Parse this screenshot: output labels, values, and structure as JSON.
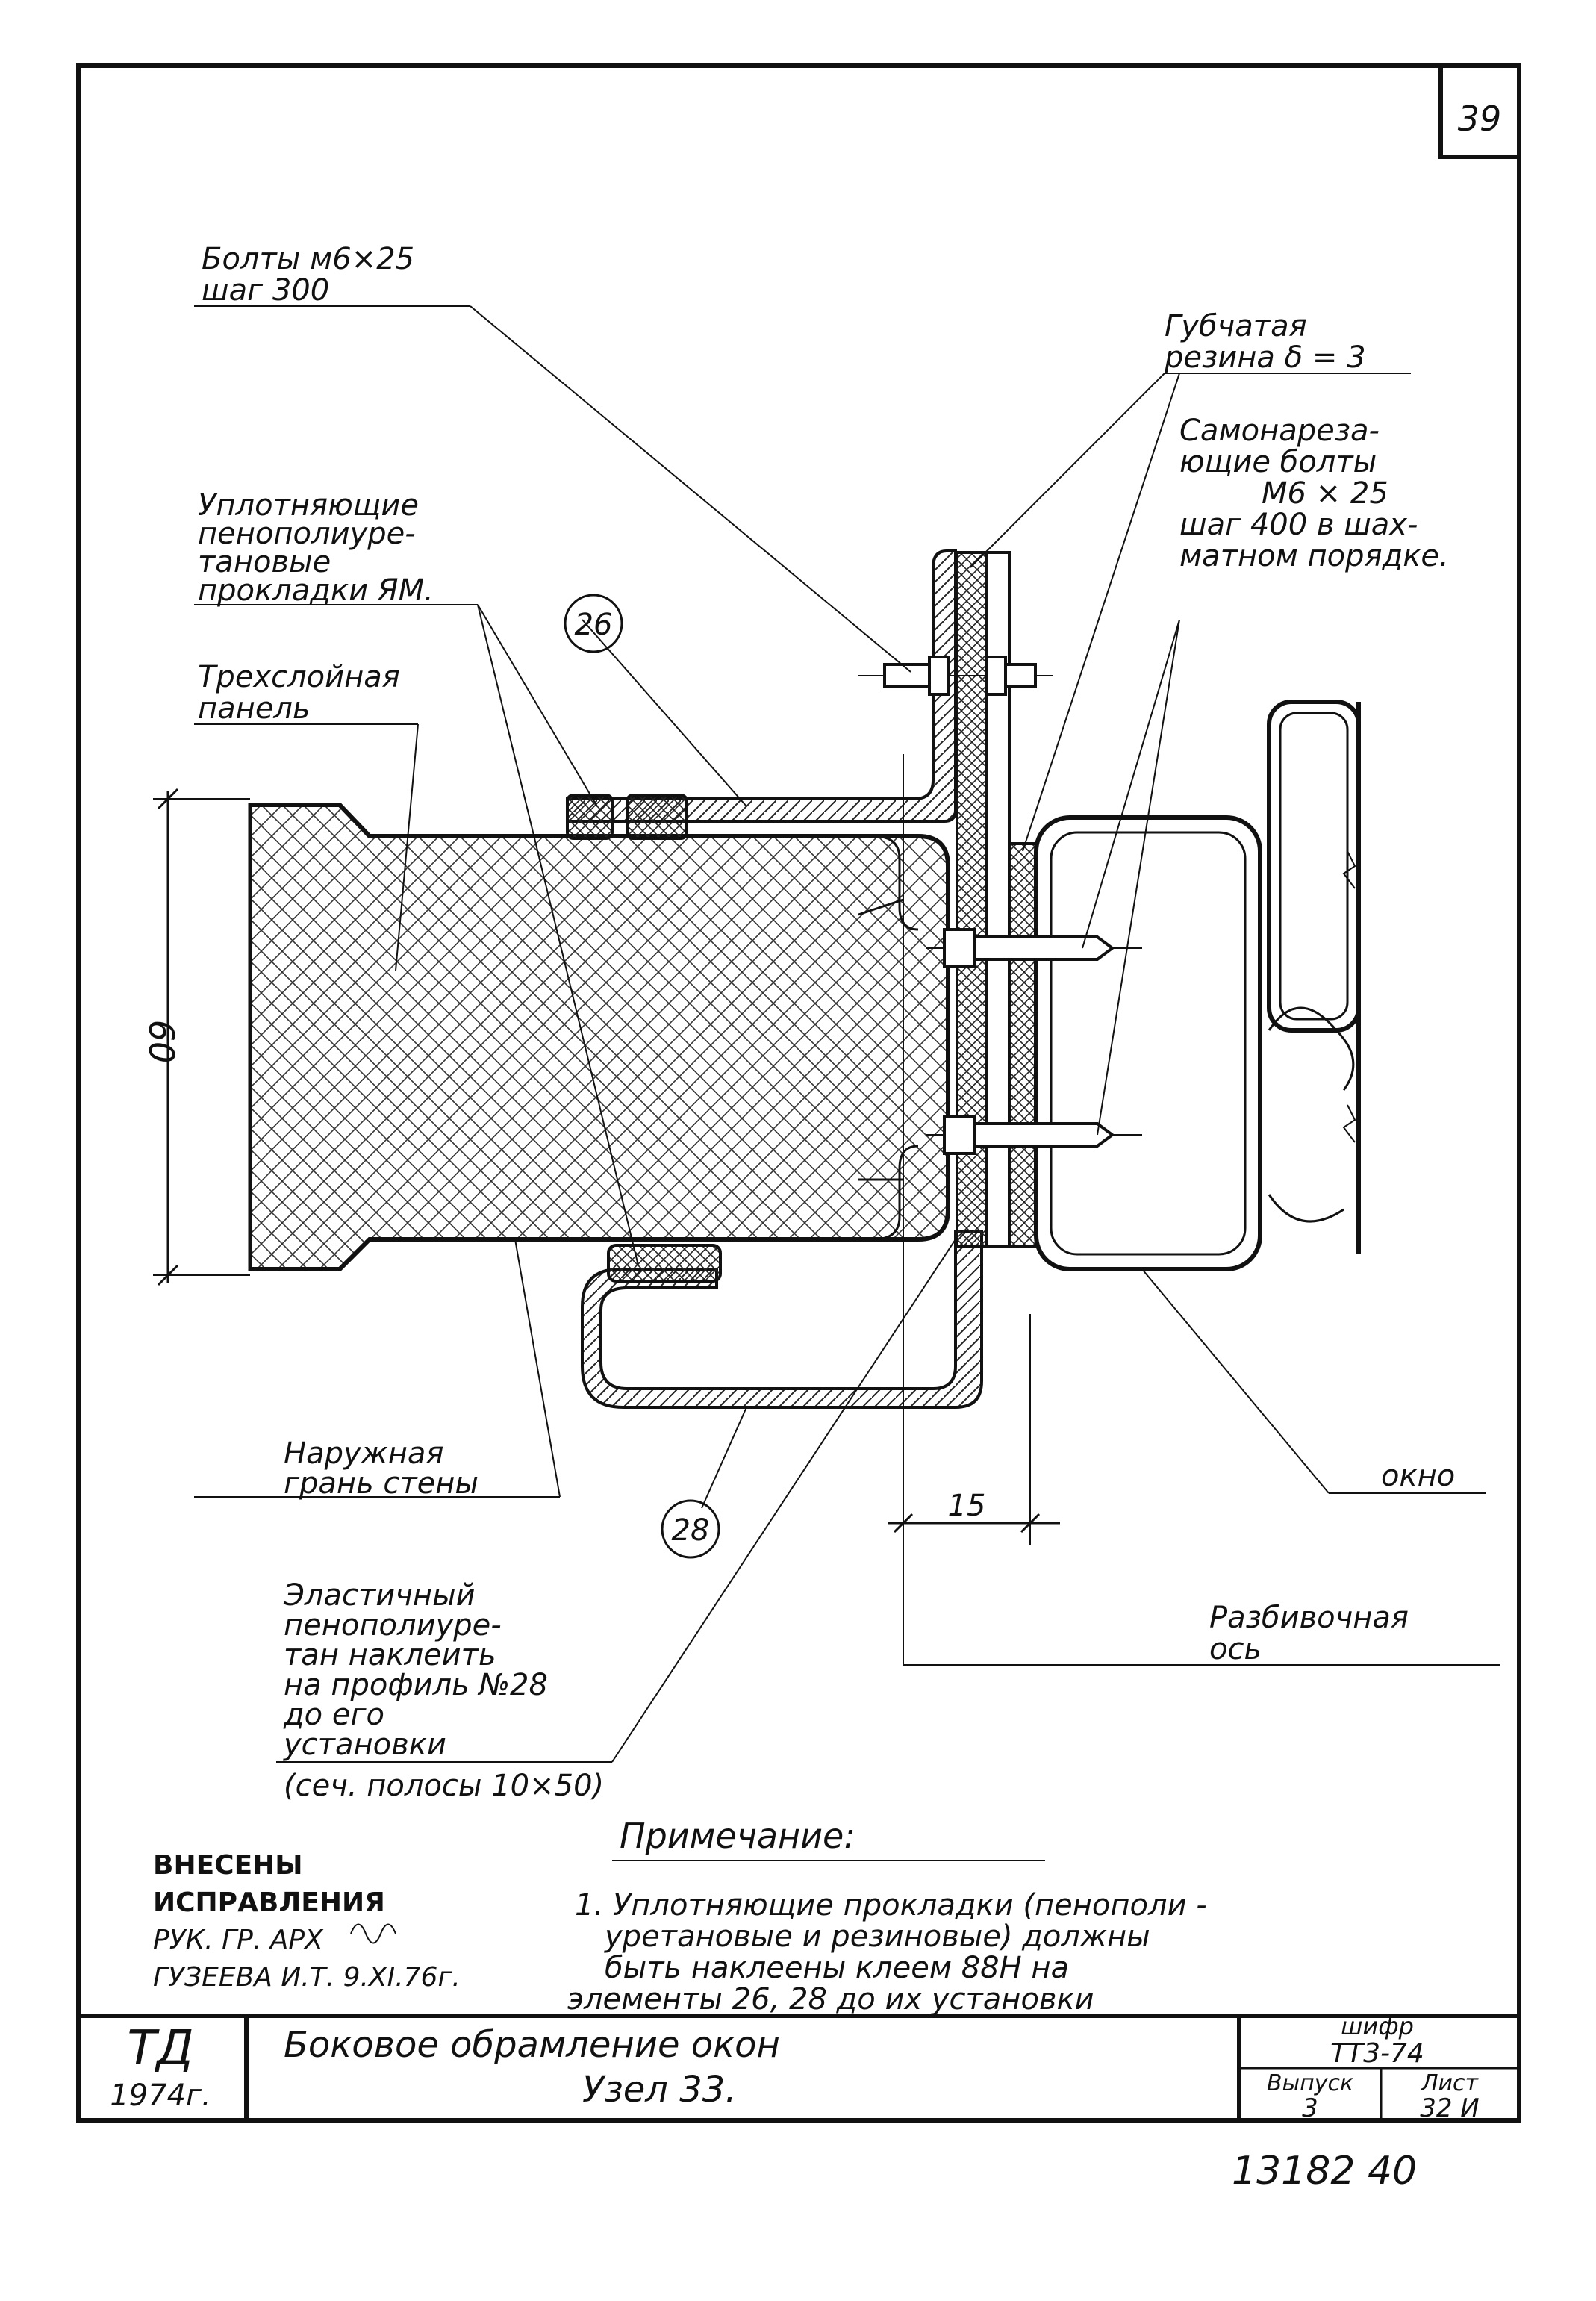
{
  "sheet": {
    "page_number": "39",
    "footer_number": "13182 40"
  },
  "callouts": {
    "bolts": [
      "Болты м6×25",
      "шаг 300"
    ],
    "sponge_rubber": [
      "Губчатая",
      "резина δ = 3"
    ],
    "self_tapping": [
      "Самонареза-",
      "ющие болты",
      "М6 × 25",
      "шаг 400 в шах-",
      "матном порядке."
    ],
    "seal_pads": [
      "Уплотняющие",
      "пенополиуре-",
      "тановые",
      "прокладки ЯМ."
    ],
    "panel": [
      "Трехслойная",
      "панель"
    ],
    "outer_face": [
      "Наружная",
      "грань стены"
    ],
    "window": [
      "окно"
    ],
    "axis": [
      "Разбивочная",
      "ось"
    ],
    "elastic": [
      "Эластичный",
      "пенополиуре-",
      "тан наклеить",
      "на профиль №28",
      "до его",
      "установки"
    ],
    "elastic_note": "(сеч. полосы 10×50)",
    "tag_26": "26",
    "tag_28": "28"
  },
  "dimensions": {
    "height": "60",
    "offset": "15"
  },
  "note": {
    "heading": "Примечание:",
    "lines": [
      "1. Уплотняющие прокладки (пенополи -",
      "уретановые и резиновые) должны",
      "быть наклеены клеем 88Н на",
      "элементы 26, 28 до их установки"
    ]
  },
  "revision": {
    "lines": [
      "ВНЕСЕНЫ",
      "ИСПРАВЛЕНИЯ",
      "РУК. ГР. АРХ",
      "ГУЗЕЕВА И.Т. 9.XI.76г."
    ]
  },
  "title_block": {
    "org": "ТД",
    "year": "1974г.",
    "title_line1": "Боковое обрамление окон",
    "title_line2": "Узел 33.",
    "code_label": "шифр",
    "code_value": "ТТ3-74",
    "issue_label": "Выпуск",
    "issue_value": "3",
    "sheet_label": "Лист",
    "sheet_value": "32 И"
  }
}
